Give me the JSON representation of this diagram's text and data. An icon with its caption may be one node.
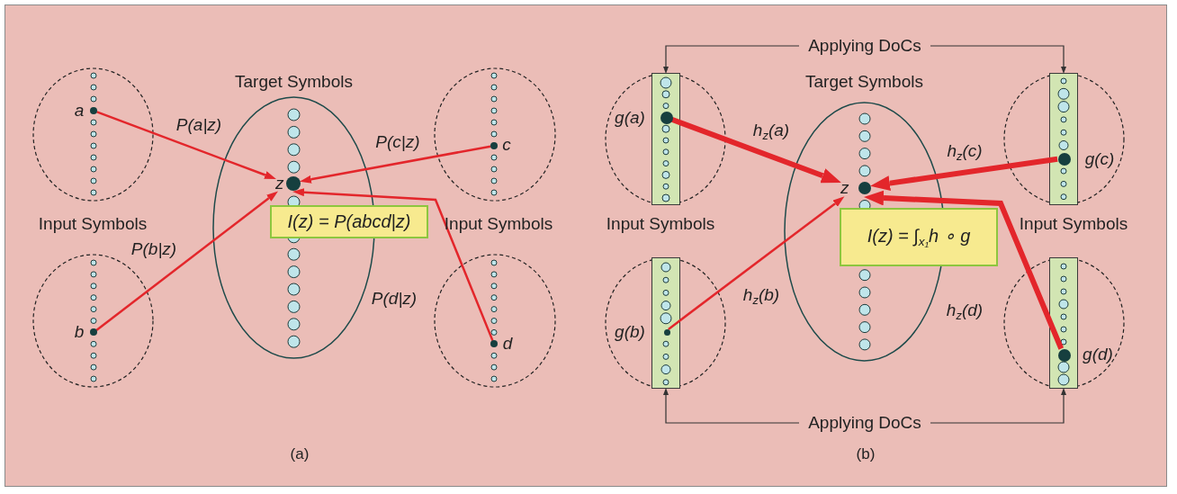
{
  "diagram": {
    "nodes": [
      {
        "text": [],
        "shape": "circle"
      },
      {
        "text": [],
        "shape": "dot",
        "in": 0,
        "beside": [
          "a"
        ]
      },
      {
        "text": [
          "Target Symbols"
        ]
      },
      {
        "text": [
          "z"
        ],
        "in": 2
      },
      {
        "text": [
          "I(z) = P(abcd|z)"
        ]
      },
      {
        "text": [],
        "shape": "circle"
      },
      {
        "text": [],
        "shape": "dot",
        "in": 5,
        "beside": [
          "c"
        ]
      },
      {
        "text": [],
        "shape": "circle"
      },
      {
        "text": [],
        "shape": "dot",
        "in": 7,
        "beside": [
          "b"
        ]
      },
      {
        "text": [],
        "shape": "circle"
      },
      {
        "text": [],
        "shape": "dot",
        "in": 9,
        "beside": [
          "d"
        ]
      },
      {
        "text": [
          "Applying DoCs"
        ]
      },
      {
        "text": [],
        "shape": "circle"
      },
      {
        "text": [],
        "shape": "bar",
        "in": 12
      },
      {
        "text": [],
        "shape": "dot",
        "in": 13,
        "beside": [
          "g(a)"
        ]
      },
      {
        "text": [
          "Target Symbols"
        ]
      },
      {
        "text": [
          "z"
        ],
        "in": 15
      },
      {
        "text": [
          "I(z) = ∫$_{x₁}$h ∘ g"
        ]
      },
      {
        "text": [],
        "shape": "circle"
      },
      {
        "text": [],
        "shape": "bar",
        "in": 18
      },
      {
        "text": [],
        "shape": "dot",
        "in": 19,
        "beside": [
          "g(c)"
        ]
      },
      {
        "text": [],
        "shape": "circle"
      },
      {
        "text": [],
        "shape": "bar",
        "in": 21
      },
      {
        "text": [],
        "shape": "dot",
        "in": 22,
        "beside": [
          "g(b)"
        ]
      },
      {
        "text": [],
        "shape": "circle"
      },
      {
        "text": [],
        "shape": "bar",
        "in": 24
      },
      {
        "text": [],
        "shape": "dot",
        "in": 25,
        "beside": [
          "g(d)"
        ]
      },
      {
        "text": [
          "Applying DoCs"
        ]
      }
    ],
    "edges": [
      {
        "from": 1,
        "to": 3,
        "arrow": "to",
        "label": "P(a|z)"
      },
      {
        "from": 8,
        "to": 3,
        "arrow": "to",
        "label": "P(b|z)"
      },
      {
        "from": 6,
        "to": 3,
        "arrow": "to",
        "label": "P(c|z)"
      },
      {
        "from": 10,
        "to": 3,
        "arrow": "to",
        "label": "P(d|z)"
      },
      {
        "from": 14,
        "to": 16,
        "arrow": "to",
        "label": "h$_{z}$(a)",
        "style": "thick"
      },
      {
        "from": 23,
        "to": 16,
        "arrow": "to",
        "label": "h$_{z}$(b)"
      },
      {
        "from": 20,
        "to": 16,
        "arrow": "to",
        "label": "h$_{z}$(c)",
        "style": "thick"
      },
      {
        "from": 26,
        "to": 16,
        "arrow": "to",
        "label": "h$_{z}$(d)",
        "style": "thick"
      },
      {
        "from": 11,
        "to": 13,
        "arrow": "to",
        "color": "#333333"
      },
      {
        "from": 11,
        "to": 19,
        "arrow": "to",
        "color": "#333333"
      },
      {
        "from": 27,
        "to": 22,
        "arrow": "to",
        "color": "#333333"
      },
      {
        "from": 27,
        "to": 25,
        "arrow": "to",
        "color": "#333333"
      }
    ],
    "labels": [
      "Input Symbols",
      "Input Symbols",
      "Input Symbols",
      "Input Symbols",
      "(a)",
      "(b)"
    ]
  }
}
